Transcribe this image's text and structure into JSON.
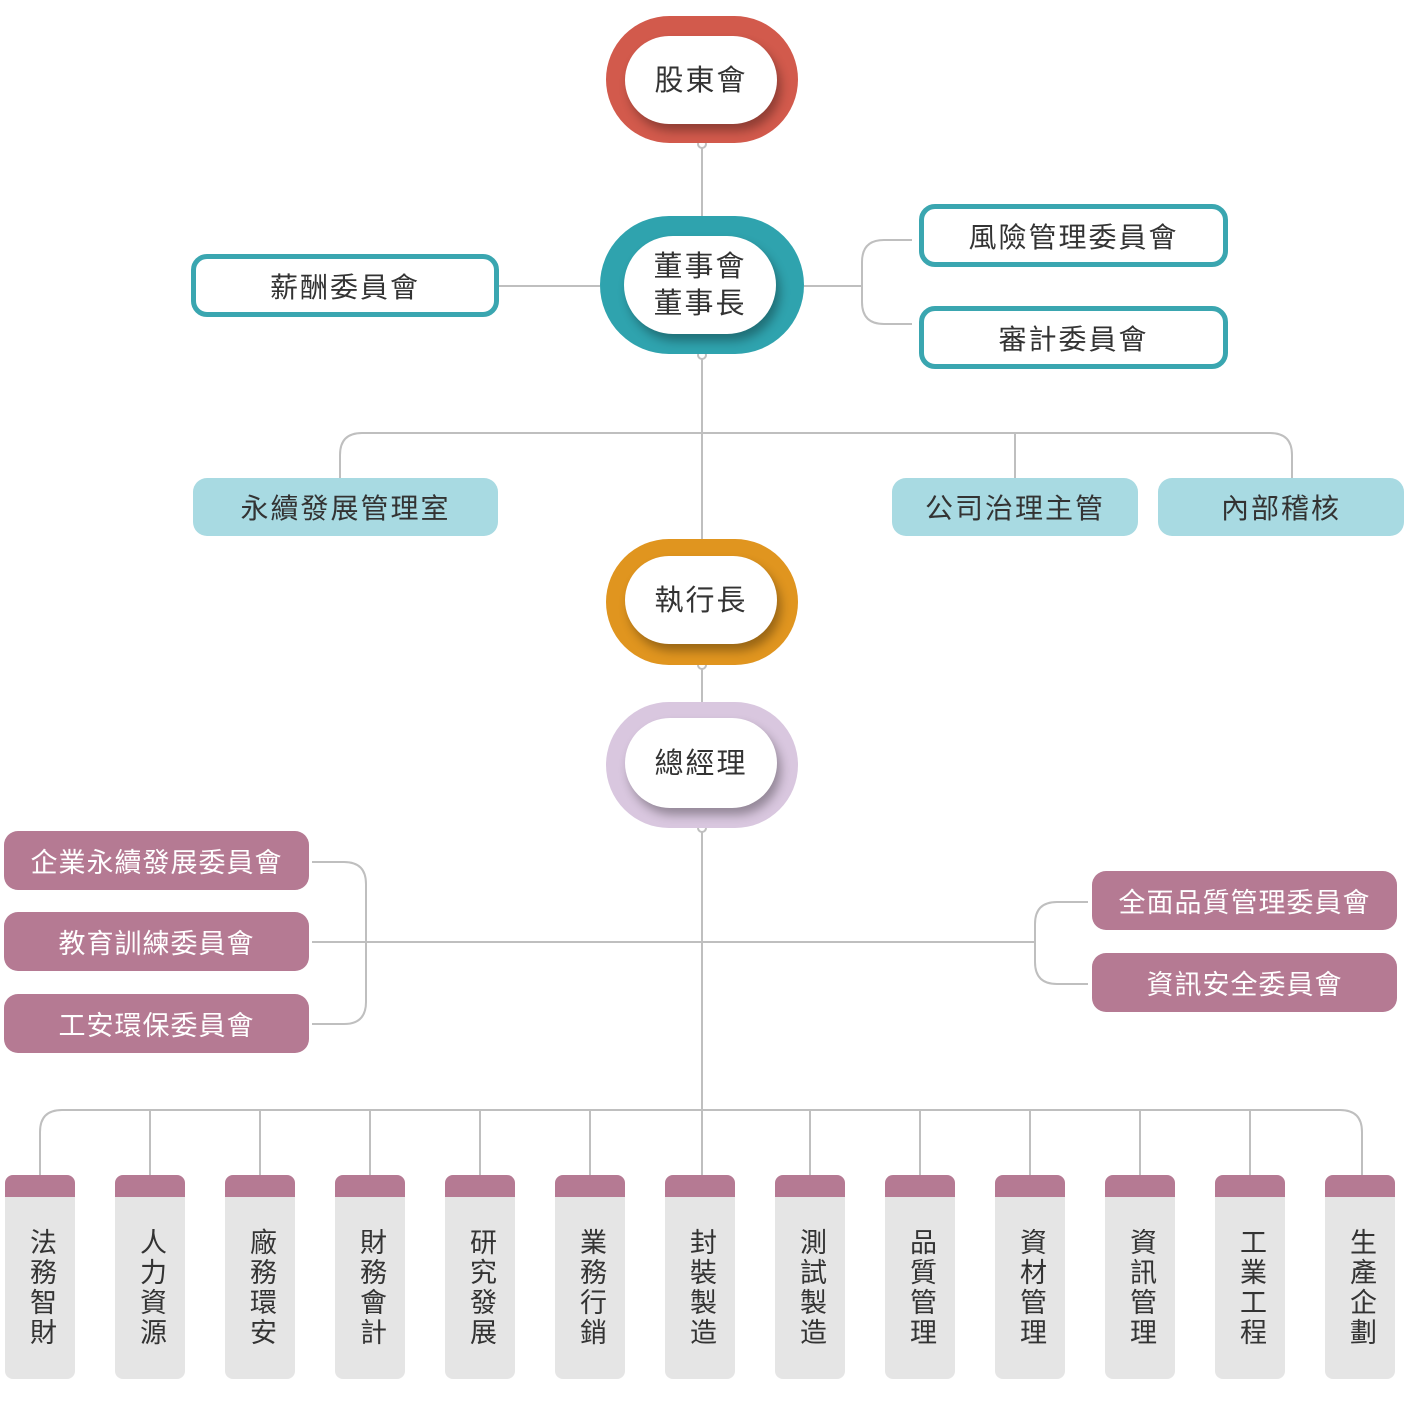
{
  "colors": {
    "shareholders_ring": "#d25a4c",
    "board_ring": "#2fa3ae",
    "ceo_ring": "#e0951f",
    "gm_ring": "#d9c7df",
    "committee_border": "#3aa6b0",
    "light_box": "#a8dae2",
    "mauve_box": "#b57a93",
    "dept_body": "#e5e5e5",
    "connector": "#bfbfbf"
  },
  "top": {
    "shareholders": "股東會",
    "board_line1": "董事會",
    "board_line2": "董事長",
    "ceo": "執行長",
    "gm": "總經理"
  },
  "board_committees": {
    "left": "薪酬委員會",
    "right": [
      "風險管理委員會",
      "審計委員會"
    ]
  },
  "board_units": {
    "left": "永續發展管理室",
    "right": [
      "公司治理主管",
      "內部稽核"
    ]
  },
  "gm_committees": {
    "left": [
      "企業永續發展委員會",
      "教育訓練委員會",
      "工安環保委員會"
    ],
    "right": [
      "全面品質管理委員會",
      "資訊安全委員會"
    ]
  },
  "departments": [
    "法務智財",
    "人力資源",
    "廠務環安",
    "財務會計",
    "研究發展",
    "業務行銷",
    "封裝製造",
    "測試製造",
    "品質管理",
    "資材管理",
    "資訊管理",
    "工業工程",
    "生產企劃"
  ]
}
